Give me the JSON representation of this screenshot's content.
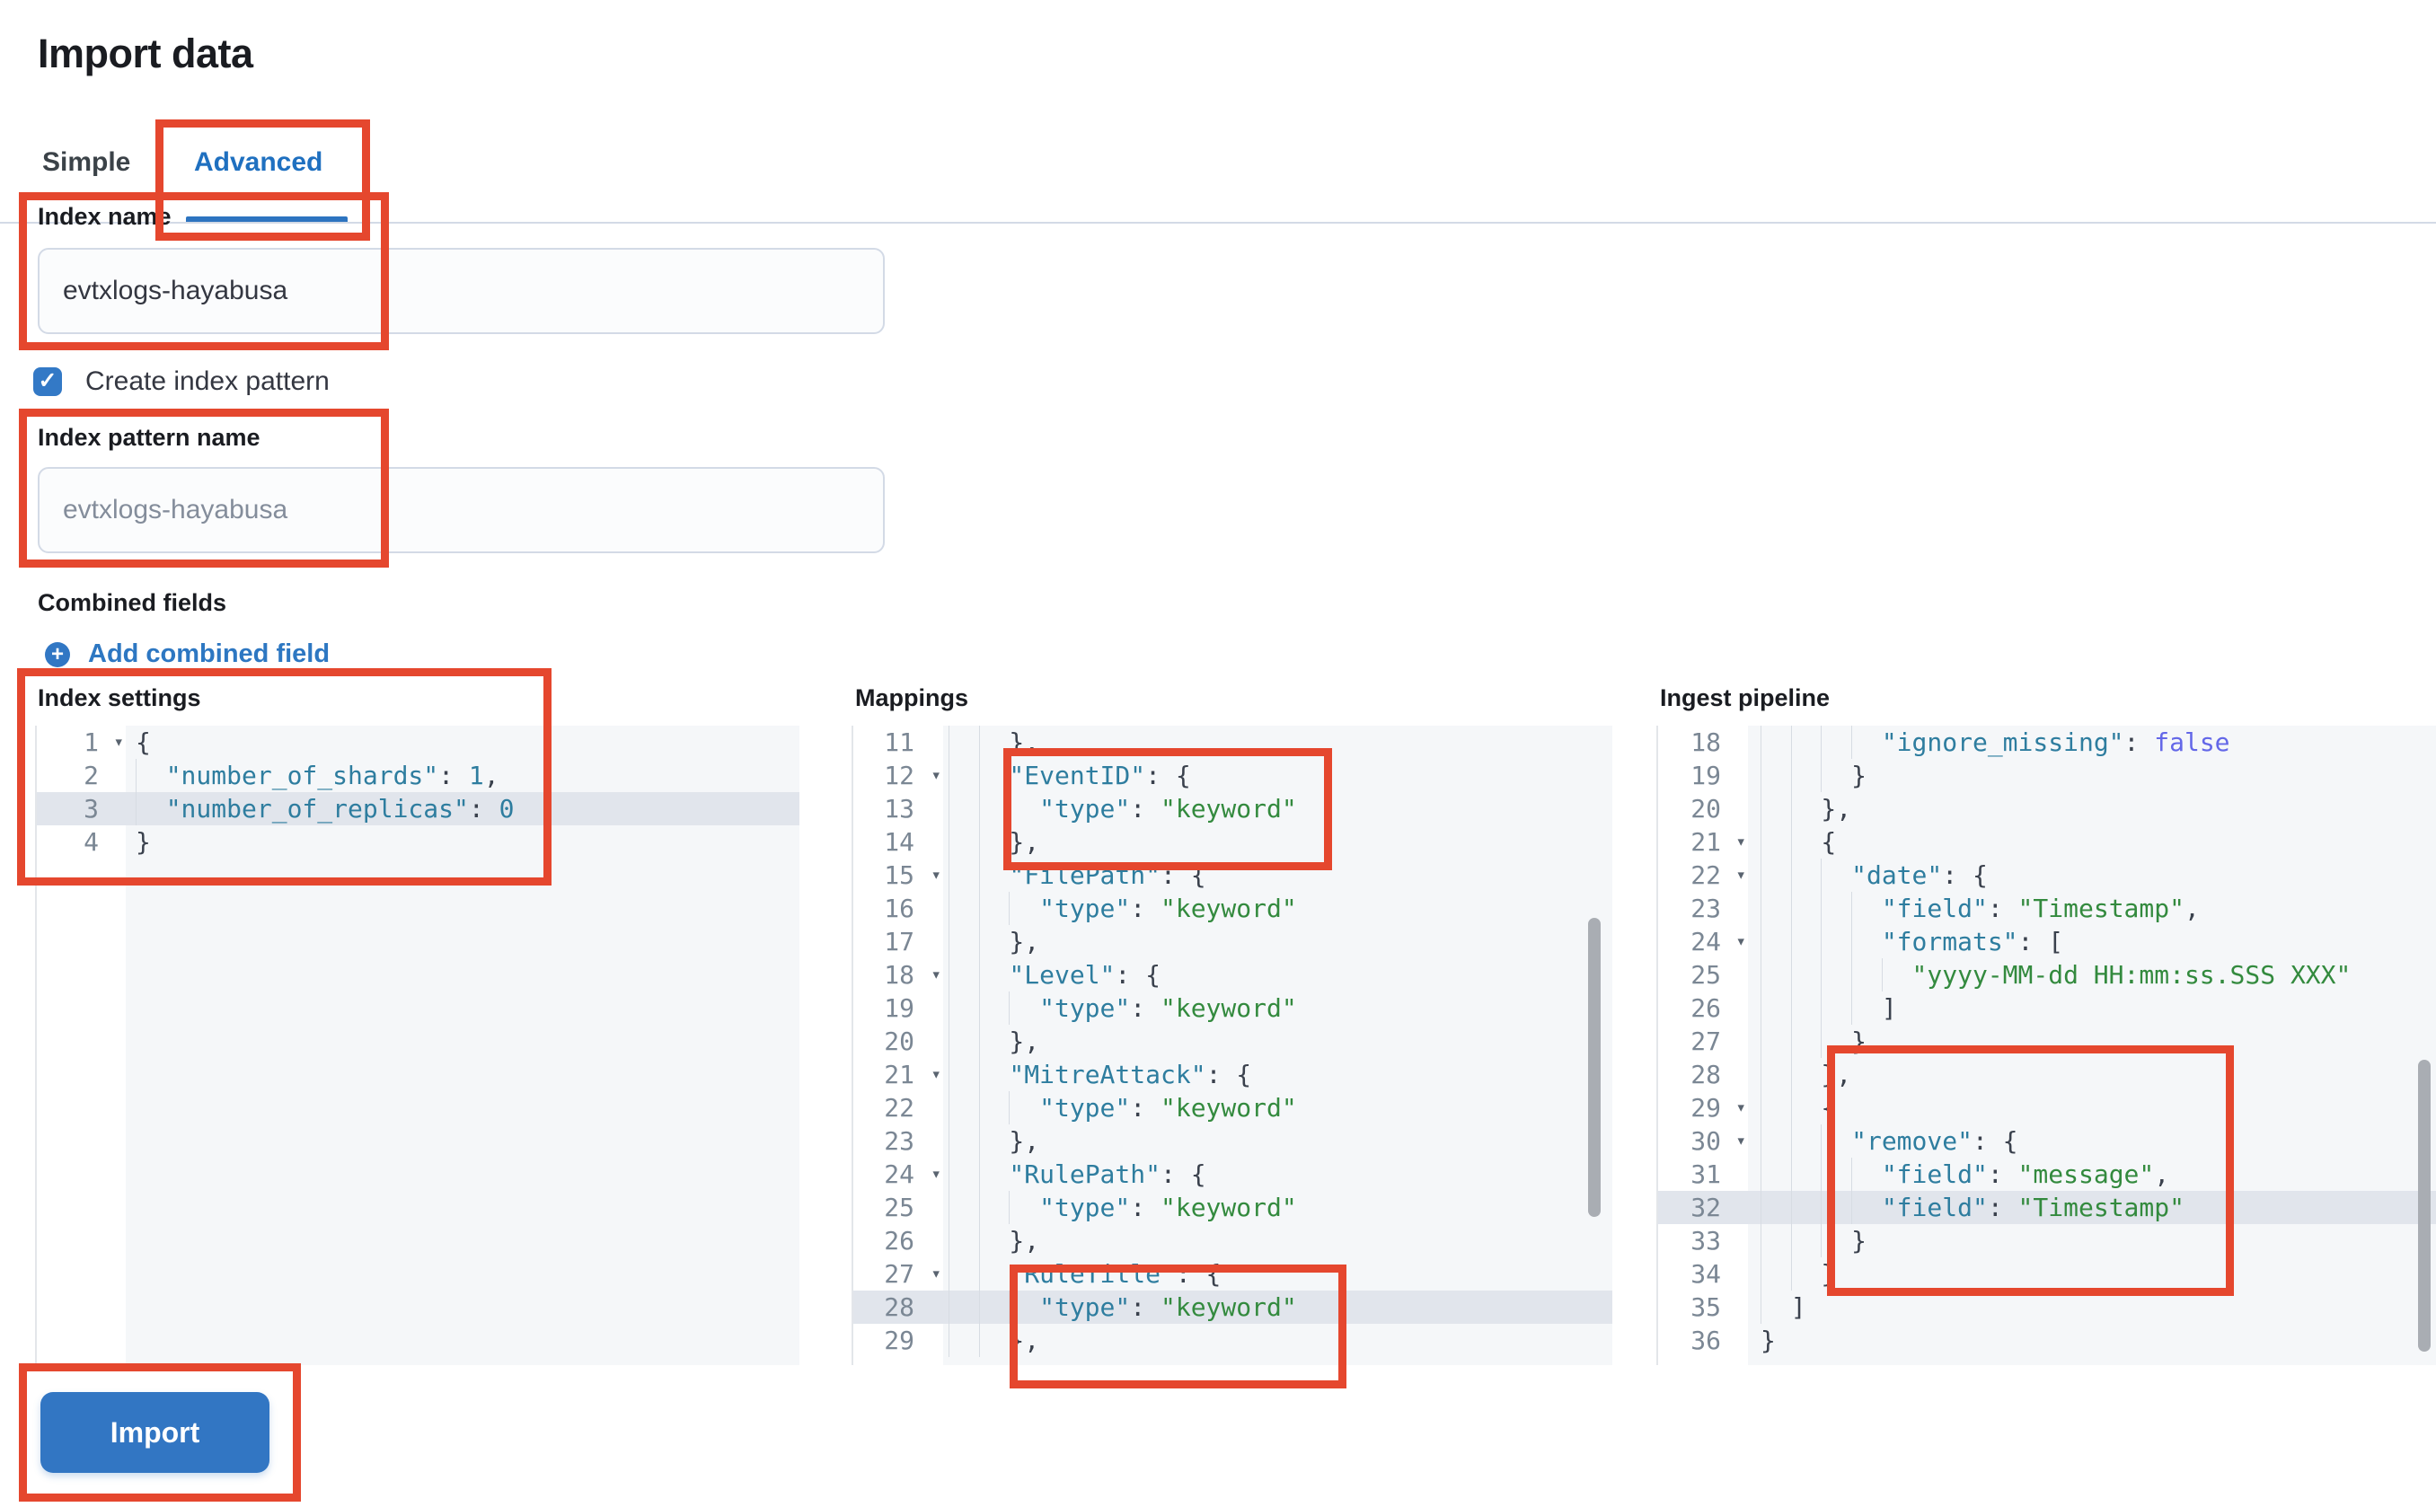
{
  "page": {
    "title": "Import data"
  },
  "tabs": [
    {
      "label": "Simple",
      "active": false
    },
    {
      "label": "Advanced",
      "active": true
    }
  ],
  "form": {
    "index_name": {
      "label": "Index name",
      "value": "evtxlogs-hayabusa"
    },
    "create_index_pattern": {
      "label": "Create index pattern",
      "checked": true
    },
    "index_pattern_name": {
      "label": "Index pattern name",
      "placeholder": "evtxlogs-hayabusa"
    },
    "combined_fields": {
      "label": "Combined fields",
      "add_link_label": "Add combined field"
    }
  },
  "import_button": {
    "label": "Import"
  },
  "colors": {
    "accent_blue": "#1f70c0",
    "button_blue": "#3276c3",
    "annotation_red": "#e5472e",
    "token_key": "#2e7d9f",
    "token_string": "#338a3e",
    "token_boolean": "#6367e8",
    "editor_highlight_row": "#e1e5ec"
  },
  "editors": [
    {
      "id": "index-settings",
      "label": "Index settings",
      "lines": [
        {
          "n": 1,
          "fold": true,
          "hl": false,
          "indent": 0,
          "tokens": [
            [
              "p",
              "{"
            ]
          ]
        },
        {
          "n": 2,
          "fold": false,
          "hl": false,
          "indent": 2,
          "tokens": [
            [
              "k",
              "number_of_shards"
            ],
            [
              "p",
              ": "
            ],
            [
              "n",
              "1"
            ],
            [
              "p",
              ","
            ]
          ]
        },
        {
          "n": 3,
          "fold": false,
          "hl": true,
          "indent": 2,
          "tokens": [
            [
              "k",
              "number_of_replicas"
            ],
            [
              "p",
              ": "
            ],
            [
              "n",
              "0"
            ]
          ]
        },
        {
          "n": 4,
          "fold": false,
          "hl": false,
          "indent": 0,
          "tokens": [
            [
              "p",
              "}"
            ]
          ]
        }
      ]
    },
    {
      "id": "mappings",
      "label": "Mappings",
      "lines": [
        {
          "n": 11,
          "fold": false,
          "hl": false,
          "indent": 4,
          "tokens": [
            [
              "p",
              "},"
            ]
          ]
        },
        {
          "n": 12,
          "fold": true,
          "hl": false,
          "indent": 4,
          "tokens": [
            [
              "k",
              "EventID"
            ],
            [
              "p",
              ": {"
            ]
          ]
        },
        {
          "n": 13,
          "fold": false,
          "hl": false,
          "indent": 6,
          "tokens": [
            [
              "k",
              "type"
            ],
            [
              "p",
              ": "
            ],
            [
              "s",
              "keyword"
            ]
          ]
        },
        {
          "n": 14,
          "fold": false,
          "hl": false,
          "indent": 4,
          "tokens": [
            [
              "p",
              "},"
            ]
          ]
        },
        {
          "n": 15,
          "fold": true,
          "hl": false,
          "indent": 4,
          "tokens": [
            [
              "k",
              "FilePath"
            ],
            [
              "p",
              ": {"
            ]
          ]
        },
        {
          "n": 16,
          "fold": false,
          "hl": false,
          "indent": 6,
          "tokens": [
            [
              "k",
              "type"
            ],
            [
              "p",
              ": "
            ],
            [
              "s",
              "keyword"
            ]
          ]
        },
        {
          "n": 17,
          "fold": false,
          "hl": false,
          "indent": 4,
          "tokens": [
            [
              "p",
              "},"
            ]
          ]
        },
        {
          "n": 18,
          "fold": true,
          "hl": false,
          "indent": 4,
          "tokens": [
            [
              "k",
              "Level"
            ],
            [
              "p",
              ": {"
            ]
          ]
        },
        {
          "n": 19,
          "fold": false,
          "hl": false,
          "indent": 6,
          "tokens": [
            [
              "k",
              "type"
            ],
            [
              "p",
              ": "
            ],
            [
              "s",
              "keyword"
            ]
          ]
        },
        {
          "n": 20,
          "fold": false,
          "hl": false,
          "indent": 4,
          "tokens": [
            [
              "p",
              "},"
            ]
          ]
        },
        {
          "n": 21,
          "fold": true,
          "hl": false,
          "indent": 4,
          "tokens": [
            [
              "k",
              "MitreAttack"
            ],
            [
              "p",
              ": {"
            ]
          ]
        },
        {
          "n": 22,
          "fold": false,
          "hl": false,
          "indent": 6,
          "tokens": [
            [
              "k",
              "type"
            ],
            [
              "p",
              ": "
            ],
            [
              "s",
              "keyword"
            ]
          ]
        },
        {
          "n": 23,
          "fold": false,
          "hl": false,
          "indent": 4,
          "tokens": [
            [
              "p",
              "},"
            ]
          ]
        },
        {
          "n": 24,
          "fold": true,
          "hl": false,
          "indent": 4,
          "tokens": [
            [
              "k",
              "RulePath"
            ],
            [
              "p",
              ": {"
            ]
          ]
        },
        {
          "n": 25,
          "fold": false,
          "hl": false,
          "indent": 6,
          "tokens": [
            [
              "k",
              "type"
            ],
            [
              "p",
              ": "
            ],
            [
              "s",
              "keyword"
            ]
          ]
        },
        {
          "n": 26,
          "fold": false,
          "hl": false,
          "indent": 4,
          "tokens": [
            [
              "p",
              "},"
            ]
          ]
        },
        {
          "n": 27,
          "fold": true,
          "hl": false,
          "indent": 4,
          "tokens": [
            [
              "k",
              "RuleTitle"
            ],
            [
              "p",
              ": {"
            ]
          ]
        },
        {
          "n": 28,
          "fold": false,
          "hl": true,
          "indent": 6,
          "tokens": [
            [
              "k",
              "type"
            ],
            [
              "p",
              ": "
            ],
            [
              "s",
              "keyword"
            ]
          ]
        },
        {
          "n": 29,
          "fold": false,
          "hl": false,
          "indent": 4,
          "tokens": [
            [
              "p",
              "},"
            ]
          ]
        }
      ]
    },
    {
      "id": "ingest-pipeline",
      "label": "Ingest pipeline",
      "lines": [
        {
          "n": 18,
          "fold": false,
          "hl": false,
          "indent": 8,
          "tokens": [
            [
              "k",
              "ignore_missing"
            ],
            [
              "p",
              ": "
            ],
            [
              "b",
              "false"
            ]
          ]
        },
        {
          "n": 19,
          "fold": false,
          "hl": false,
          "indent": 6,
          "tokens": [
            [
              "p",
              "}"
            ]
          ]
        },
        {
          "n": 20,
          "fold": false,
          "hl": false,
          "indent": 4,
          "tokens": [
            [
              "p",
              "},"
            ]
          ]
        },
        {
          "n": 21,
          "fold": true,
          "hl": false,
          "indent": 4,
          "tokens": [
            [
              "p",
              "{"
            ]
          ]
        },
        {
          "n": 22,
          "fold": true,
          "hl": false,
          "indent": 6,
          "tokens": [
            [
              "k",
              "date"
            ],
            [
              "p",
              ": {"
            ]
          ]
        },
        {
          "n": 23,
          "fold": false,
          "hl": false,
          "indent": 8,
          "tokens": [
            [
              "k",
              "field"
            ],
            [
              "p",
              ": "
            ],
            [
              "s",
              "Timestamp"
            ],
            [
              "p",
              ","
            ]
          ]
        },
        {
          "n": 24,
          "fold": true,
          "hl": false,
          "indent": 8,
          "tokens": [
            [
              "k",
              "formats"
            ],
            [
              "p",
              ": ["
            ]
          ]
        },
        {
          "n": 25,
          "fold": false,
          "hl": false,
          "indent": 10,
          "tokens": [
            [
              "s",
              "yyyy-MM-dd HH:mm:ss.SSS XXX"
            ]
          ]
        },
        {
          "n": 26,
          "fold": false,
          "hl": false,
          "indent": 8,
          "tokens": [
            [
              "p",
              "]"
            ]
          ]
        },
        {
          "n": 27,
          "fold": false,
          "hl": false,
          "indent": 6,
          "tokens": [
            [
              "p",
              "}"
            ]
          ]
        },
        {
          "n": 28,
          "fold": false,
          "hl": false,
          "indent": 4,
          "tokens": [
            [
              "p",
              "},"
            ]
          ]
        },
        {
          "n": 29,
          "fold": true,
          "hl": false,
          "indent": 4,
          "tokens": [
            [
              "p",
              "{"
            ]
          ]
        },
        {
          "n": 30,
          "fold": true,
          "hl": false,
          "indent": 6,
          "tokens": [
            [
              "k",
              "remove"
            ],
            [
              "p",
              ": {"
            ]
          ]
        },
        {
          "n": 31,
          "fold": false,
          "hl": false,
          "indent": 8,
          "tokens": [
            [
              "k",
              "field"
            ],
            [
              "p",
              ": "
            ],
            [
              "s",
              "message"
            ],
            [
              "p",
              ","
            ]
          ]
        },
        {
          "n": 32,
          "fold": false,
          "hl": true,
          "indent": 8,
          "tokens": [
            [
              "k",
              "field"
            ],
            [
              "p",
              ": "
            ],
            [
              "s",
              "Timestamp"
            ]
          ]
        },
        {
          "n": 33,
          "fold": false,
          "hl": false,
          "indent": 6,
          "tokens": [
            [
              "p",
              "}"
            ]
          ]
        },
        {
          "n": 34,
          "fold": false,
          "hl": false,
          "indent": 4,
          "tokens": [
            [
              "p",
              "}"
            ]
          ]
        },
        {
          "n": 35,
          "fold": false,
          "hl": false,
          "indent": 2,
          "tokens": [
            [
              "p",
              "]"
            ]
          ]
        },
        {
          "n": 36,
          "fold": false,
          "hl": false,
          "indent": 0,
          "tokens": [
            [
              "p",
              "}"
            ]
          ]
        }
      ]
    }
  ]
}
